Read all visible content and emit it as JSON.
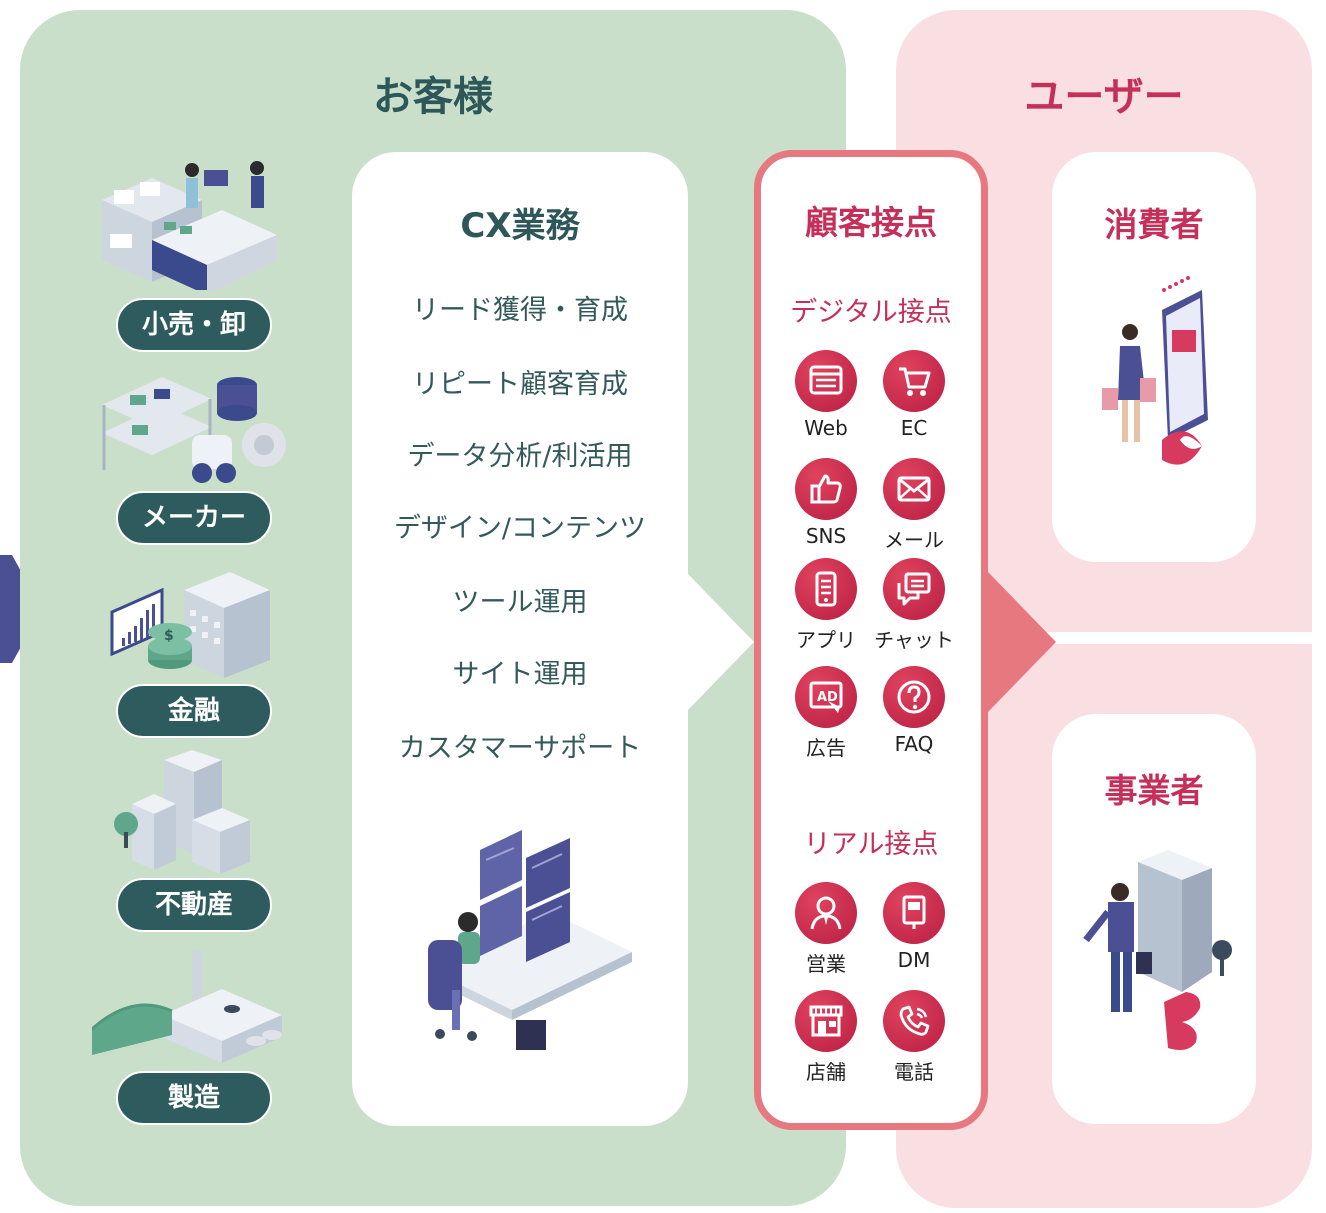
{
  "customer": {
    "title": "お客様",
    "industries": [
      {
        "label": "小売・卸",
        "icon": "retail-store-illustration"
      },
      {
        "label": "メーカー",
        "icon": "manufacturer-robot-illustration"
      },
      {
        "label": "金融",
        "icon": "finance-chart-coins-illustration"
      },
      {
        "label": "不動産",
        "icon": "real-estate-buildings-illustration"
      },
      {
        "label": "製造",
        "icon": "factory-illustration"
      }
    ]
  },
  "cx": {
    "title": "CX業務",
    "tasks": [
      "リード獲得・育成",
      "リピート顧客育成",
      "データ分析/利活用",
      "デザイン/コンテンツ",
      "ツール運用",
      "サイト運用",
      "カスタマーサポート"
    ],
    "illustration": "operator-workstation-illustration"
  },
  "touchpoints": {
    "title": "顧客接点",
    "digital_title": "デジタル接点",
    "digital": [
      {
        "label": "Web",
        "icon": "web-browser-icon"
      },
      {
        "label": "EC",
        "icon": "shopping-cart-icon"
      },
      {
        "label": "SNS",
        "icon": "thumbs-up-icon"
      },
      {
        "label": "メール",
        "icon": "envelope-icon"
      },
      {
        "label": "アプリ",
        "icon": "smartphone-icon"
      },
      {
        "label": "チャット",
        "icon": "chat-bubble-icon"
      },
      {
        "label": "広告",
        "icon": "ad-icon"
      },
      {
        "label": "FAQ",
        "icon": "question-icon"
      }
    ],
    "real_title": "リアル接点",
    "real": [
      {
        "label": "営業",
        "icon": "salesperson-icon"
      },
      {
        "label": "DM",
        "icon": "direct-mail-icon"
      },
      {
        "label": "店舗",
        "icon": "storefront-icon"
      },
      {
        "label": "電話",
        "icon": "phone-icon"
      }
    ]
  },
  "users": {
    "title": "ユーザー",
    "consumer": {
      "label": "消費者",
      "illustration": "shopping-woman-illustration"
    },
    "business": {
      "label": "事業者",
      "illustration": "businessman-illustration"
    }
  },
  "colors": {
    "customer_bg": "#c9dfc9",
    "customer_dark": "#2e5c5e",
    "user_bg": "#fadfe2",
    "accent_red": "#c4305a",
    "touch_border": "#e8787f",
    "left_arrow": "#4b4f94"
  }
}
